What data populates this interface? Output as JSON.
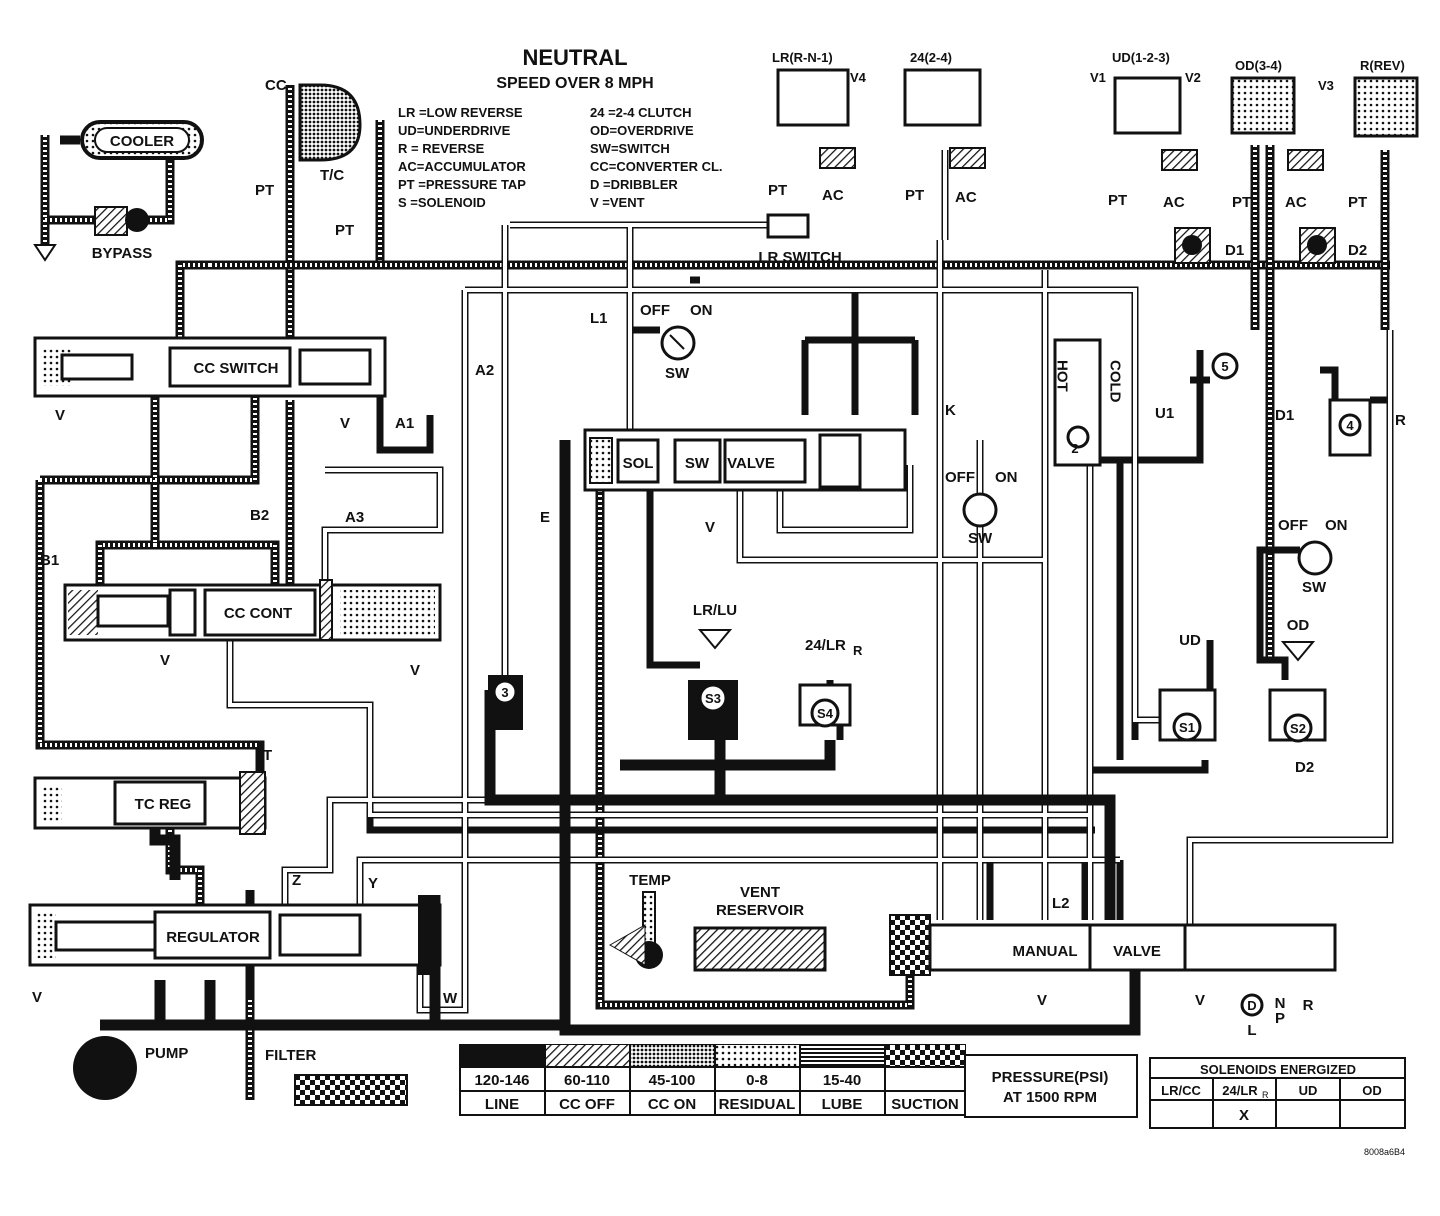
{
  "title": "NEUTRAL",
  "subtitle": "SPEED OVER 8 MPH",
  "abbreviations_left": [
    "LR =LOW REVERSE",
    "UD=UNDERDRIVE",
    "R  = REVERSE",
    "AC=ACCUMULATOR",
    "PT =PRESSURE TAP",
    "S   =SOLENOID"
  ],
  "abbreviations_right": [
    "24  =2-4 CLUTCH",
    "OD=OVERDRIVE",
    "SW=SWITCH",
    "CC=CONVERTER CL.",
    "D  =DRIBBLER",
    "V   =VENT"
  ],
  "components": {
    "cooler": "COOLER",
    "bypass": "BYPASS",
    "cc": "CC",
    "tc": "T/C",
    "cc_switch": "CC SWITCH",
    "cc_cont": "CC CONT",
    "tc_reg": "TC REG",
    "regulator": "REGULATOR",
    "pump": "PUMP",
    "filter": "FILTER",
    "lr_switch": "LR SWITCH",
    "sol": "SOL",
    "sw": "SW",
    "valve": "VALVE",
    "temp": "TEMP",
    "vent_reservoir": "VENT\nRESERVOIR",
    "manual": "MANUAL",
    "manual_valve": "VALVE",
    "hot": "HOT",
    "cold": "COLD"
  },
  "clutches": {
    "lr": "LR(R-N-1)",
    "c24": "24(2-4)",
    "ud": "UD(1-2-3)",
    "od": "OD(3-4)",
    "rev": "R(REV)"
  },
  "ports": {
    "pt": "PT",
    "ac": "AC",
    "v": "V",
    "v1": "V1",
    "v2": "V2",
    "v3": "V3",
    "v4": "V4",
    "d1": "D1",
    "d2": "D2",
    "a1": "A1",
    "a2": "A2",
    "a3": "A3",
    "b1": "B1",
    "b2": "B2",
    "l1": "L1",
    "l2": "L2",
    "k": "K",
    "e": "E",
    "t": "T",
    "w": "W",
    "y": "Y",
    "z": "Z",
    "u1": "U1",
    "d1_lower": "D1",
    "r": "R",
    "d2_lower": "D2"
  },
  "switches": {
    "off": "OFF",
    "on": "ON",
    "sw": "SW"
  },
  "solenoids": {
    "lr_lu": "LR/LU",
    "s24_lr": "24/LR",
    "s24_sub": "R",
    "ud": "UD",
    "od": "OD",
    "s1": "S1",
    "s2": "S2",
    "s3": "S3",
    "s4": "S4"
  },
  "check_balls": [
    "2",
    "3",
    "4",
    "5"
  ],
  "gear_positions": [
    "D",
    "L",
    "N",
    "P",
    "R"
  ],
  "legend": {
    "ranges": [
      "120-146",
      "60-110",
      "45-100",
      "0-8",
      "15-40",
      ""
    ],
    "names": [
      "LINE",
      "CC OFF",
      "CC ON",
      "RESIDUAL",
      "LUBE",
      "SUCTION"
    ],
    "pressure_title": "PRESSURE(PSI)",
    "pressure_sub": "AT 1500 RPM"
  },
  "solenoids_table": {
    "header": "SOLENOIDS ENERGIZED",
    "columns": [
      "LR/CC",
      "24/LR",
      "UD",
      "OD"
    ],
    "col2_sub": "R",
    "marks": [
      "",
      "X",
      "",
      ""
    ]
  },
  "figure_id": "8008a6B4"
}
